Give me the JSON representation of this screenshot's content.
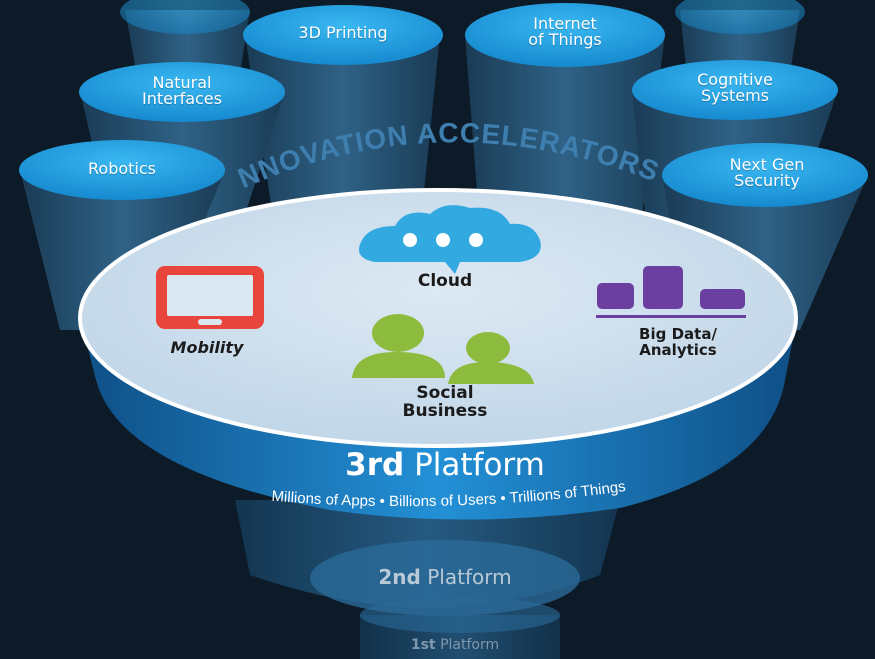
{
  "colors": {
    "background": "#0d1a27",
    "accelerator_top": "#1b9ee0",
    "accelerator_side": "#26506f",
    "platform_top": "#c7dcec",
    "platform_side": "#1c78bd",
    "mobility_icon": "#e8453c",
    "cloud_icon": "#33a9e2",
    "social_icon": "#8dbb3d",
    "bigdata_icon": "#6a3fa0"
  },
  "banner": {
    "text": "INNOVATION ACCELERATORS"
  },
  "accelerators": {
    "robotics": {
      "label": "Robotics"
    },
    "natural_interfaces": {
      "line1": "Natural",
      "line2": "Interfaces"
    },
    "printing_3d": {
      "label": "3D Printing"
    },
    "internet_of_things": {
      "line1": "Internet",
      "line2": "of Things"
    },
    "cognitive_systems": {
      "line1": "Cognitive",
      "line2": "Systems"
    },
    "next_gen_security": {
      "line1": "Next Gen",
      "line2": "Security"
    }
  },
  "third_platform": {
    "title_bold": "3rd",
    "title_rest": "Platform",
    "subtitle": "Millions of Apps • Billions of Users • Trillions of Things",
    "pillars": {
      "cloud": {
        "icon": "cloud-chat-icon",
        "label": "Cloud"
      },
      "mobility": {
        "icon": "tablet-icon",
        "label": "Mobility"
      },
      "social": {
        "icon": "people-icon",
        "line1": "Social",
        "line2": "Business"
      },
      "bigdata": {
        "icon": "bar-chart-icon",
        "line1": "Big Data/",
        "line2": "Analytics"
      }
    }
  },
  "second_platform": {
    "title_bold": "2nd",
    "title_rest": "Platform"
  },
  "first_platform": {
    "title_bold": "1st",
    "title_rest": "Platform"
  }
}
